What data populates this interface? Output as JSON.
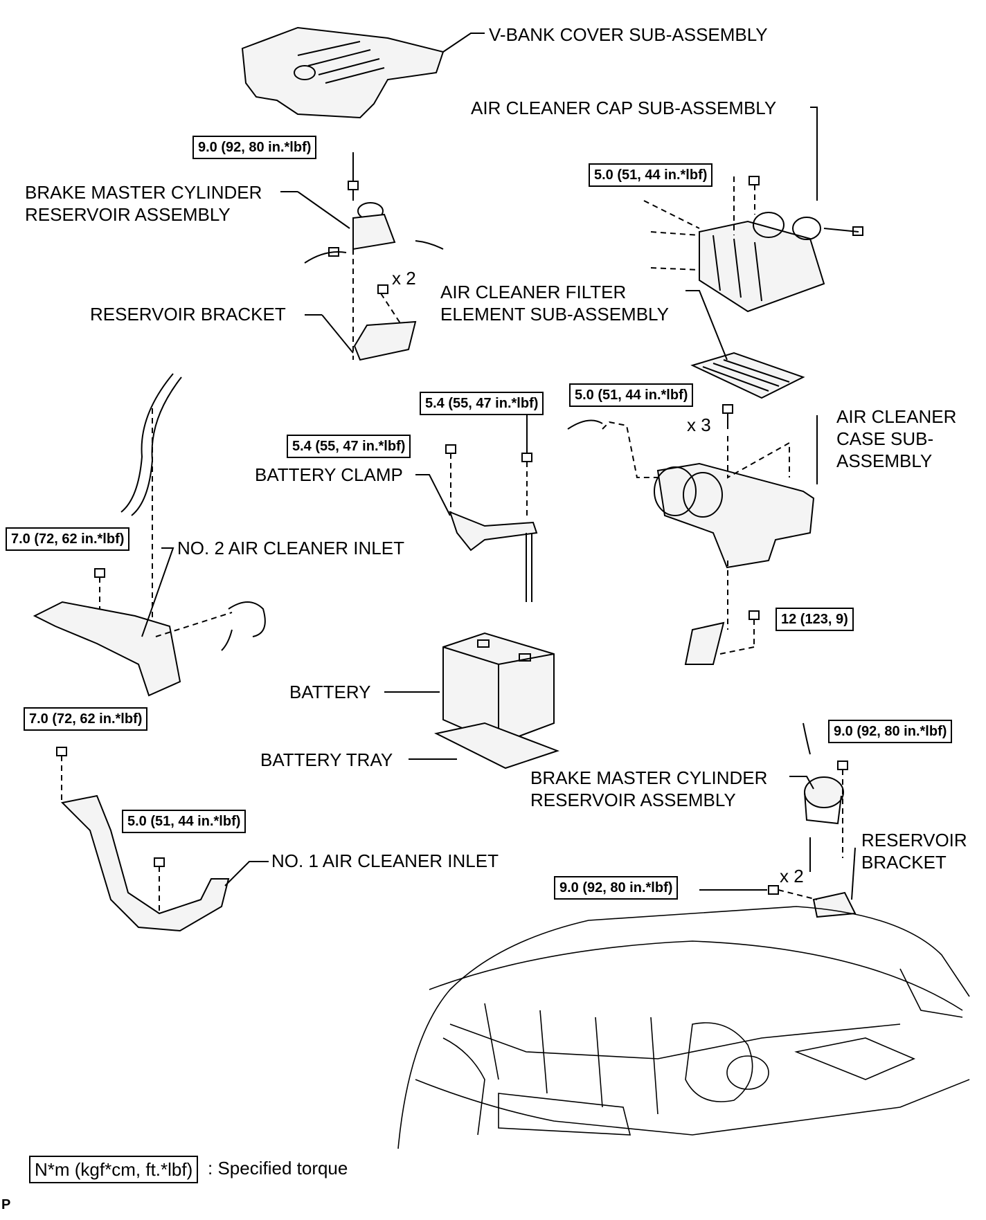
{
  "labels": {
    "v_bank_cover": "V-BANK COVER SUB-ASSEMBLY",
    "air_cleaner_cap": "AIR CLEANER CAP SUB-ASSEMBLY",
    "brake_master_cyl_1": "BRAKE MASTER CYLINDER\nRESERVOIR ASSEMBLY",
    "reservoir_bracket_1": "RESERVOIR BRACKET",
    "x2_a": "x 2",
    "air_cleaner_filter": "AIR CLEANER FILTER\nELEMENT SUB-ASSEMBLY",
    "x3": "x 3",
    "air_cleaner_case": "AIR CLEANER\nCASE SUB-\nASSEMBLY",
    "battery_clamp": "BATTERY CLAMP",
    "no2_inlet": "NO. 2 AIR CLEANER INLET",
    "battery": "BATTERY",
    "battery_tray": "BATTERY TRAY",
    "brake_master_cyl_2": "BRAKE MASTER CYLINDER\nRESERVOIR ASSEMBLY",
    "reservoir_bracket_2": "RESERVOIR\nBRACKET",
    "x2_b": "x 2",
    "no1_inlet": "NO. 1 AIR CLEANER INLET"
  },
  "torques": {
    "t1": "9.0 (92, 80 in.*lbf)",
    "t2": "5.0 (51, 44 in.*lbf)",
    "t3": "5.0 (51, 44 in.*lbf)",
    "t4": "5.4 (55, 47 in.*lbf)",
    "t5": "5.4 (55, 47 in.*lbf)",
    "t6": "7.0 (72, 62 in.*lbf)",
    "t7": "12 (123, 9)",
    "t8": "7.0 (72, 62 in.*lbf)",
    "t9": "9.0 (92, 80 in.*lbf)",
    "t10": "5.0 (51, 44 in.*lbf)",
    "t11": "9.0 (92, 80 in.*lbf)"
  },
  "legend": {
    "box": "N*m (kgf*cm, ft.*lbf)",
    "text": ": Specified torque"
  },
  "figure_code": "P"
}
